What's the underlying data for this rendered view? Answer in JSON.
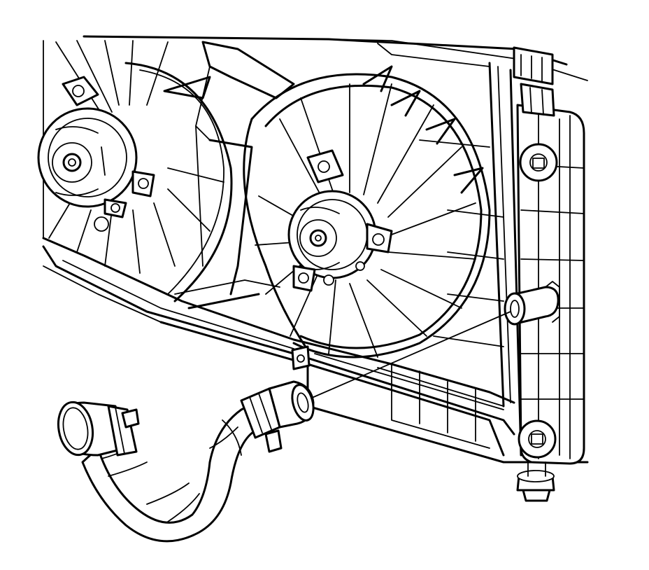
{
  "figure": {
    "subject_parts": [
      "radiator",
      "left-cooling-fan",
      "right-cooling-fan",
      "fan-shroud",
      "lower-radiator-hose",
      "hose-clamp",
      "drain-valve"
    ],
    "line_color": "#000000",
    "background_color": "#ffffff"
  }
}
